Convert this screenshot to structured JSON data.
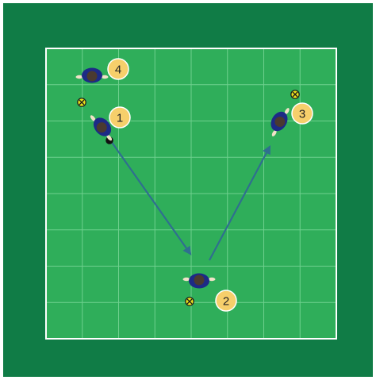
{
  "colors": {
    "surround": "#107c46",
    "pitch": "#2fae5a",
    "grid_line": "#6fd08e",
    "pitch_border": "#ffffff",
    "arrow": "#2f6f8f",
    "badge_fill": "#f6cf6b",
    "badge_stroke": "#ffffff",
    "player_jersey": "#1d2a86",
    "player_head": "#4a3a30",
    "player_hands": "#f1e2c8",
    "cone_fill": "#e8e01c",
    "cone_mark": "#1a1a1a",
    "ball": "#111111"
  },
  "players": [
    {
      "number": "4",
      "facing": "down"
    },
    {
      "number": "1",
      "facing": "down-right",
      "has_ball": true
    },
    {
      "number": "3",
      "facing": "left"
    },
    {
      "number": "2",
      "facing": "up"
    }
  ],
  "cones": 3,
  "passes": [
    {
      "from": "1",
      "to": "2"
    },
    {
      "from": "2",
      "to": "3"
    }
  ]
}
